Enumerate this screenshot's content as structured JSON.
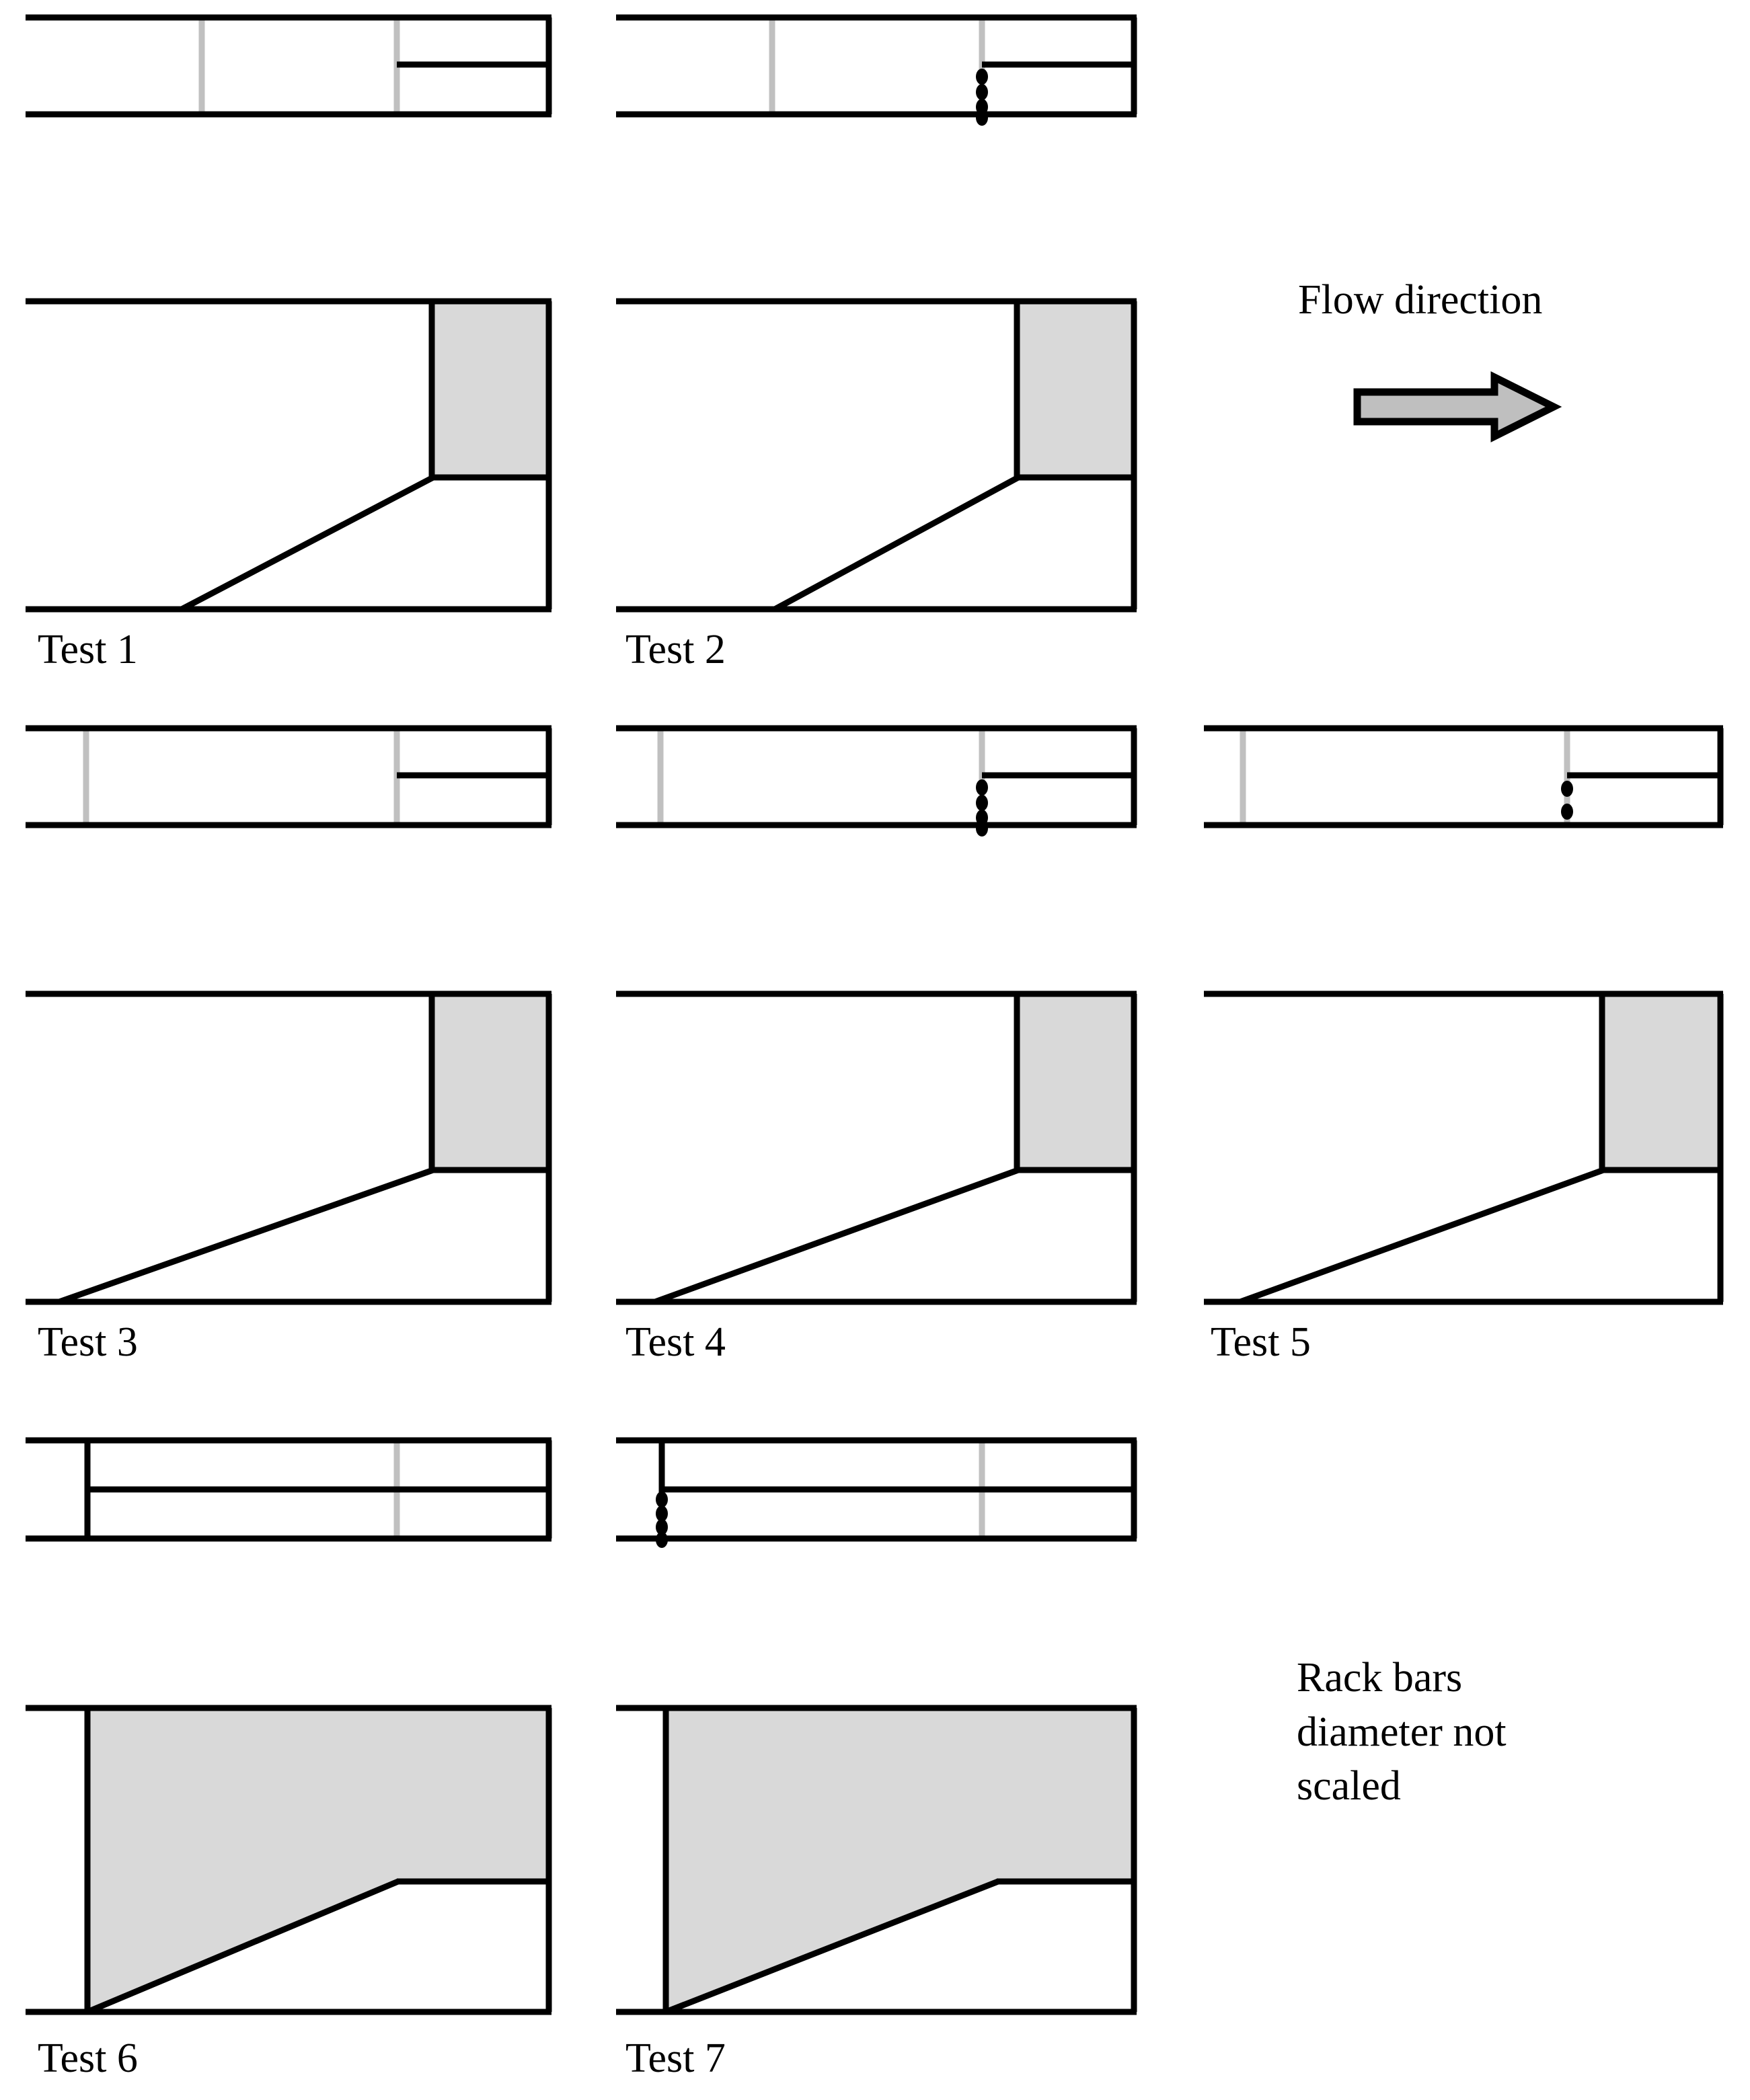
{
  "figure": {
    "kind": "engineering-schematic",
    "description": "Plan and side (elevation) views of seven flume test configurations with trash rack bars and sediment deposit",
    "colors": {
      "line": "#000000",
      "wall_guide": "#c0c0c0",
      "fill_sediment": "#d9d9d9",
      "arrow_fill": "#bfbfbf",
      "background": "#ffffff"
    },
    "legend": {
      "flow_direction_label": "Flow direction",
      "flow_arrow_icon": "right-arrow-icon",
      "rack_note": "Rack bars\ndiameter not\nscaled",
      "rack_note_lines": [
        "Rack bars",
        "diameter not",
        "scaled"
      ]
    },
    "tests": [
      {
        "id": "test-1",
        "label": "Test 1",
        "rack_bars": 0,
        "rack_side": "none",
        "plan_contraction_side": "right",
        "deposit_type": "corner-wedge",
        "ramp_start_fraction": 0.3,
        "deposit_height_fraction": 0.55
      },
      {
        "id": "test-2",
        "label": "Test 2",
        "rack_bars": 4,
        "rack_side": "right",
        "plan_contraction_side": "right",
        "deposit_type": "corner-wedge",
        "ramp_start_fraction": 0.3,
        "deposit_height_fraction": 0.55
      },
      {
        "id": "test-3",
        "label": "Test 3",
        "rack_bars": 0,
        "rack_side": "none",
        "plan_contraction_side": "right",
        "deposit_type": "corner-wedge",
        "ramp_start_fraction": 0.07,
        "deposit_height_fraction": 0.55
      },
      {
        "id": "test-4",
        "label": "Test 4",
        "rack_bars": 4,
        "rack_side": "right",
        "plan_contraction_side": "right",
        "deposit_type": "corner-wedge",
        "ramp_start_fraction": 0.07,
        "deposit_height_fraction": 0.55
      },
      {
        "id": "test-5",
        "label": "Test 5",
        "rack_bars": 2,
        "rack_side": "right",
        "plan_contraction_side": "right",
        "deposit_type": "corner-wedge",
        "ramp_start_fraction": 0.07,
        "deposit_height_fraction": 0.55
      },
      {
        "id": "test-6",
        "label": "Test 6",
        "rack_bars": 0,
        "rack_side": "none",
        "plan_contraction_side": "full-width",
        "deposit_type": "full-channel-wedge",
        "ramp_start_fraction": 0.0,
        "deposit_height_fraction": 0.55
      },
      {
        "id": "test-7",
        "label": "Test 7",
        "rack_bars": 4,
        "rack_side": "left",
        "plan_contraction_side": "full-width",
        "deposit_type": "full-channel-wedge",
        "ramp_start_fraction": 0.0,
        "deposit_height_fraction": 0.55
      }
    ]
  }
}
